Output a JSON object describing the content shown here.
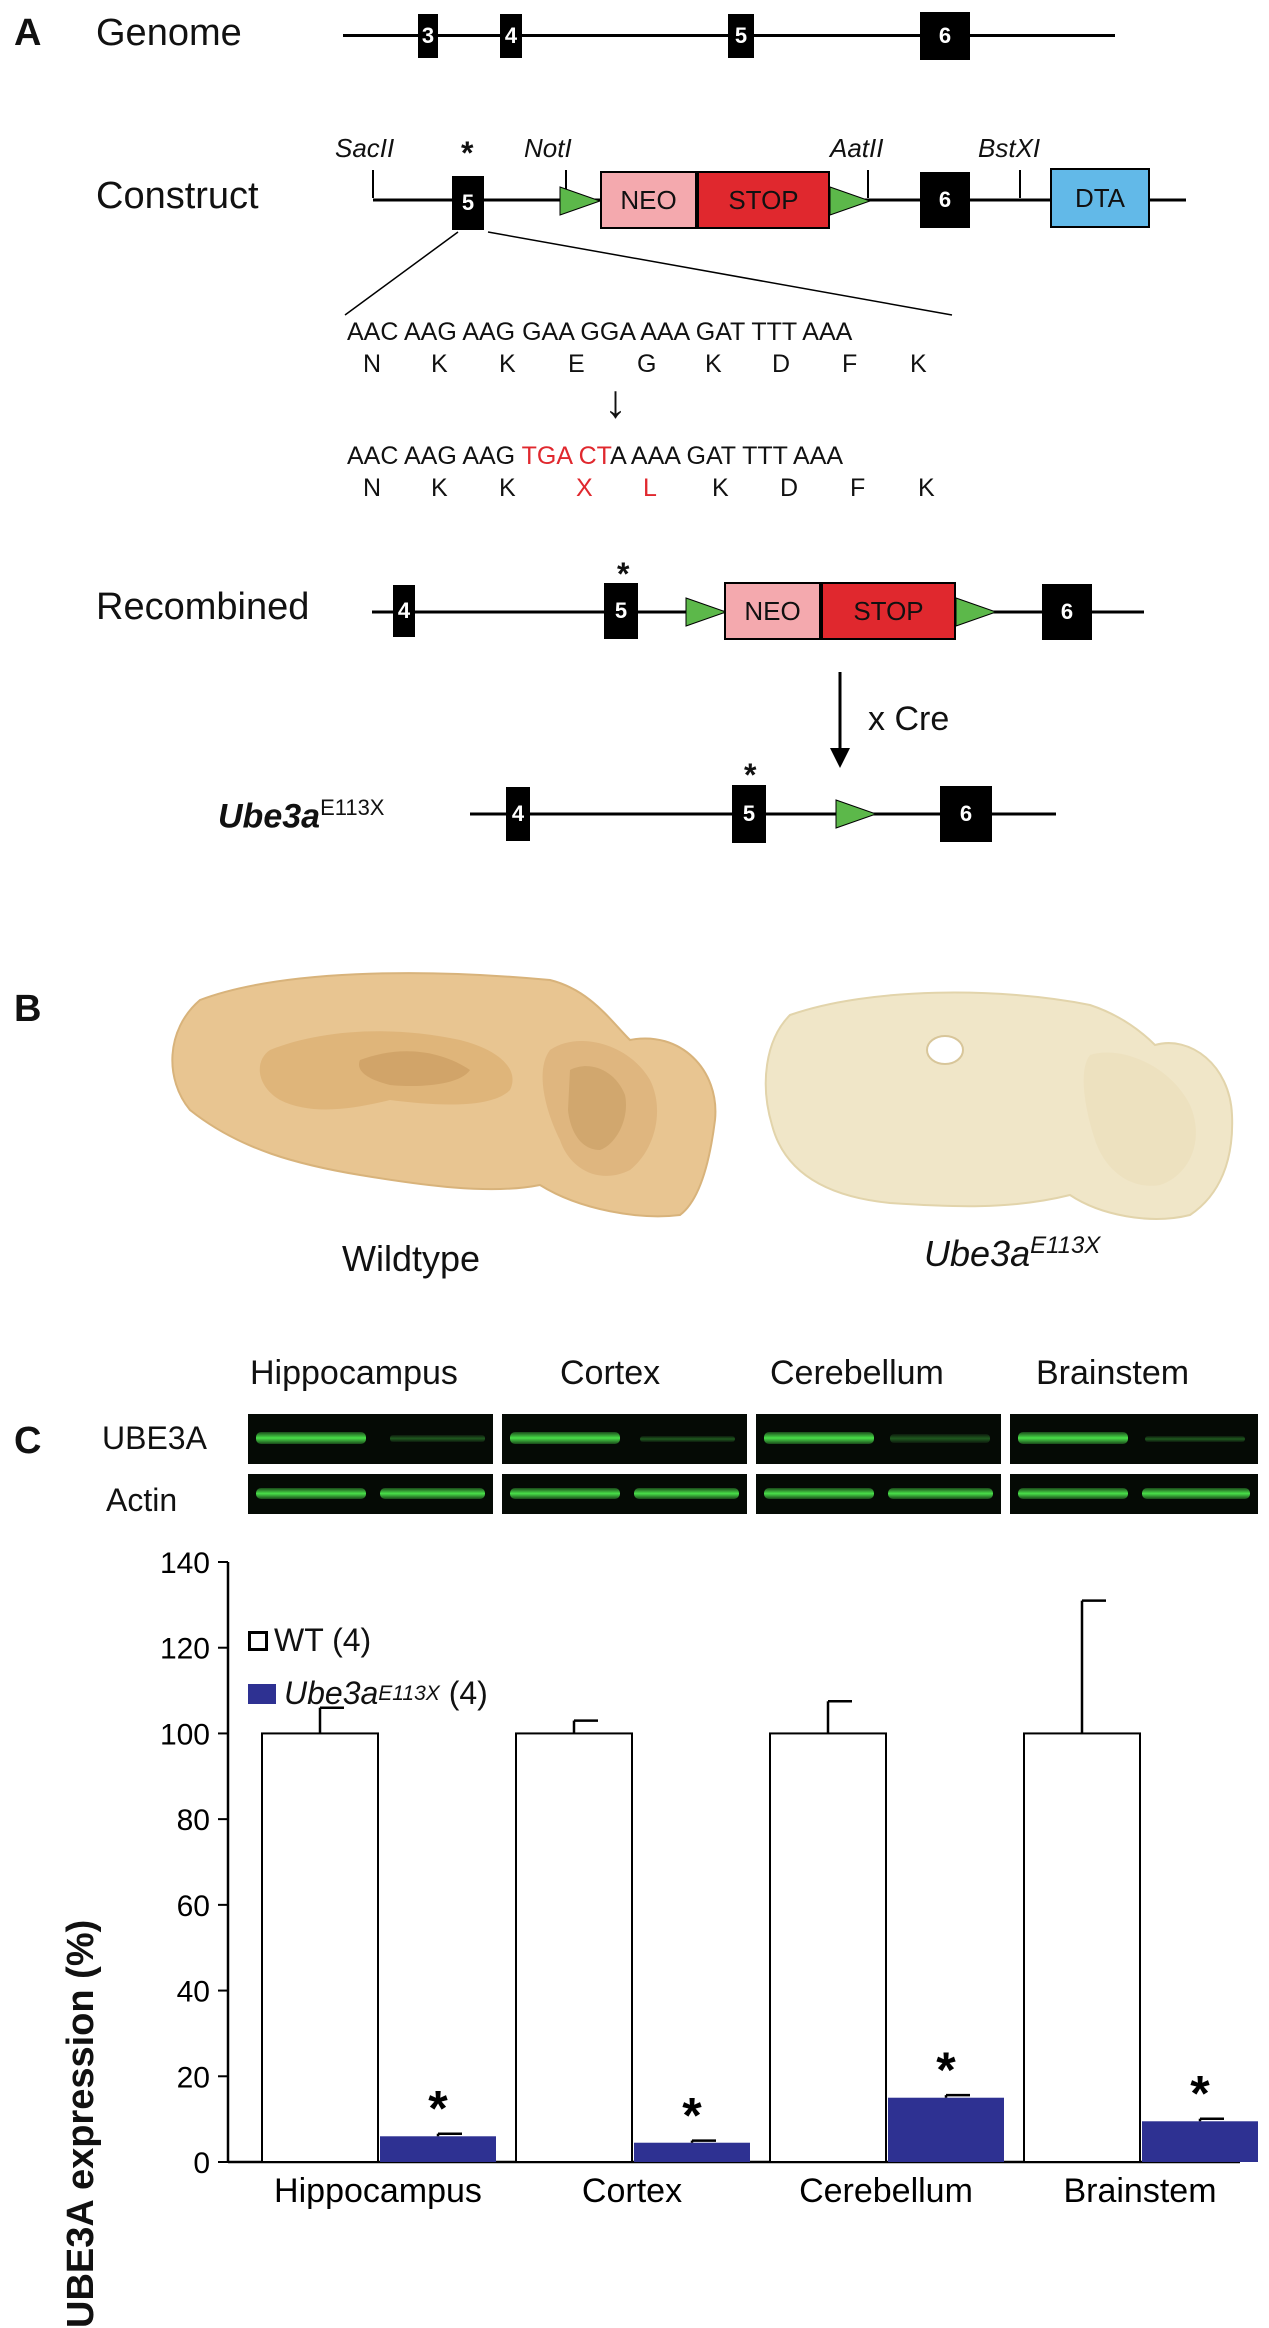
{
  "panel_letters": {
    "a": "A",
    "b": "B",
    "c": "C"
  },
  "panel_a": {
    "genome": {
      "label": "Genome",
      "exons": [
        "3",
        "4",
        "5",
        "6"
      ]
    },
    "construct": {
      "label": "Construct",
      "sites": [
        "SacII",
        "NotI",
        "AatII",
        "BstXI"
      ],
      "exons": [
        "5",
        "6"
      ],
      "mutation_marker": "*",
      "neo": "NEO",
      "stop": "STOP",
      "dta": "DTA",
      "colors": {
        "neo": "#f4a9ae",
        "stop": "#e0282e",
        "dta": "#62b9e8",
        "loxp": "#5cb84a"
      }
    },
    "sequence": {
      "wt_codons": "AAC AAG AAG GAA GGA AAA GAT TTT AAA",
      "wt_aa": [
        "N",
        "K",
        "K",
        "E",
        "G",
        "K",
        "D",
        "F",
        "K"
      ],
      "arrow": "↓",
      "mut_codons_prefix": "AAC AAG AAG ",
      "mut_codons_red": "TGA CT",
      "mut_codons_suffix": "A AAA GAT TTT AAA",
      "mut_aa": [
        "N",
        "K",
        "K",
        "X",
        "L",
        "K",
        "D",
        "F",
        "K"
      ],
      "red": "#e0282e"
    },
    "recombined": {
      "label": "Recombined",
      "exons": [
        "4",
        "5",
        "6"
      ],
      "mutation_marker": "*"
    },
    "cre": "x Cre",
    "allele": {
      "gene": "Ube3a",
      "sup": "E113X",
      "exons": [
        "4",
        "5",
        "6"
      ],
      "mutation_marker": "*"
    }
  },
  "panel_b": {
    "wildtype": "Wildtype",
    "mutant_gene": "Ube3a",
    "mutant_sup": "E113X"
  },
  "panel_c": {
    "blot_regions": [
      "Hippocampus",
      "Cortex",
      "Cerebellum",
      "Brainstem"
    ],
    "blot_rows": [
      "UBE3A",
      "Actin"
    ]
  },
  "chart_data": {
    "type": "bar",
    "categories": [
      "Hippocampus",
      "Cortex",
      "Cerebellum",
      "Brainstem"
    ],
    "series": [
      {
        "name": "WT (4)",
        "values": [
          100,
          100,
          100,
          100
        ],
        "errors": [
          6,
          3,
          7.5,
          31
        ],
        "color": "#ffffff"
      },
      {
        "name": "Ube3a E113X (4)",
        "values": [
          6,
          4.5,
          15,
          9.5
        ],
        "errors": [
          0.6,
          0.5,
          0.6,
          0.6
        ],
        "color": "#2e3192"
      }
    ],
    "legend": {
      "wt": "WT (4)",
      "mut_gene": "Ube3a",
      "mut_sup": "E113X",
      "mut_n": " (4)"
    },
    "significance": "*",
    "ylabel": "UBE3A expression (%)",
    "ylim": [
      0,
      140
    ],
    "yticks": [
      0,
      20,
      40,
      60,
      80,
      100,
      120,
      140
    ]
  }
}
